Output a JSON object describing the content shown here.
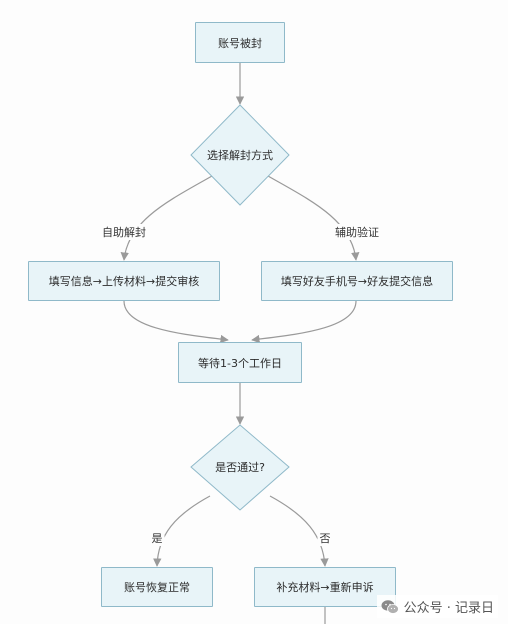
{
  "nodes": {
    "account_banned": "账号被封",
    "choose_method": "选择解封方式",
    "fill_info": "填写信息→上传材料→提交审核",
    "fill_friend": "填写好友手机号→好友提交信息",
    "wait": "等待1-3个工作日",
    "passed": "是否通过?",
    "restored": "账号恢复正常",
    "resubmit": "补充材料→重新申诉"
  },
  "edges": {
    "self_unban": "自助解封",
    "assist_verify": "辅助验证",
    "yes": "是",
    "no": "否"
  },
  "watermark": {
    "text": "公众号 · 记录日",
    "icon": "wechat-icon"
  },
  "colors": {
    "node_fill": "#e8f4f8",
    "node_border": "#8fb9c9",
    "edge": "#9a9a9a"
  }
}
